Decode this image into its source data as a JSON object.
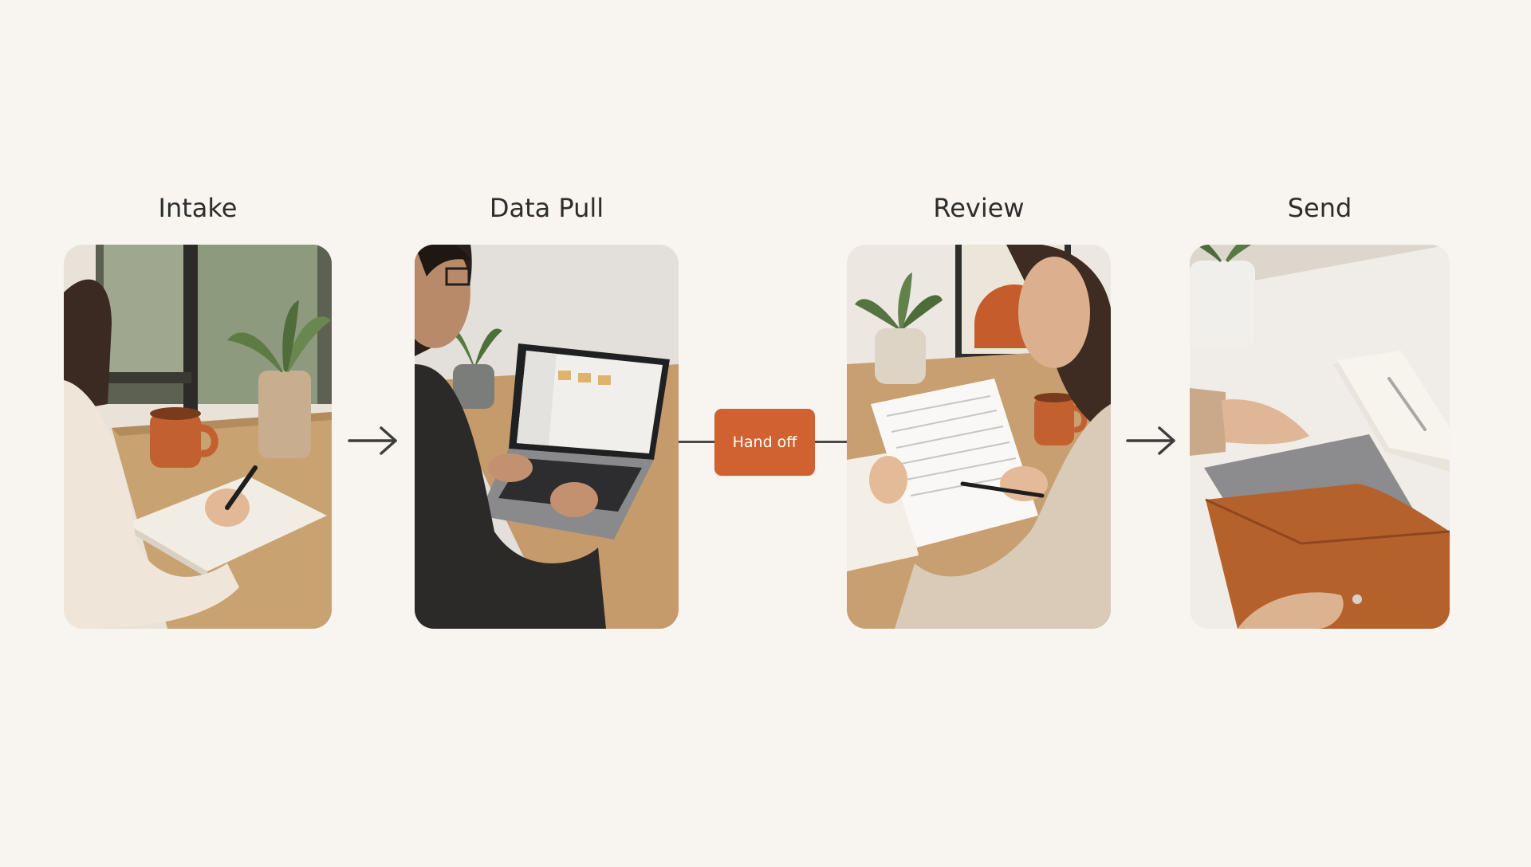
{
  "stages": [
    {
      "title": "Intake",
      "photo": "person-writing-in-notebook-at-desk"
    },
    {
      "title": "Data Pull",
      "photo": "person-typing-on-laptop"
    },
    {
      "title": "Review",
      "photo": "person-reviewing-printed-document"
    },
    {
      "title": "Send",
      "photo": "hands-placing-laptop-into-leather-sleeve"
    }
  ],
  "handoff": {
    "label": "Hand off"
  },
  "icons": [
    "arrow-right-icon",
    "arrow-right-icon"
  ],
  "colors": {
    "background": "#f8f5f1",
    "accent": "#cf6230",
    "text": "#2d2d2b",
    "connector": "#4a4a48"
  }
}
